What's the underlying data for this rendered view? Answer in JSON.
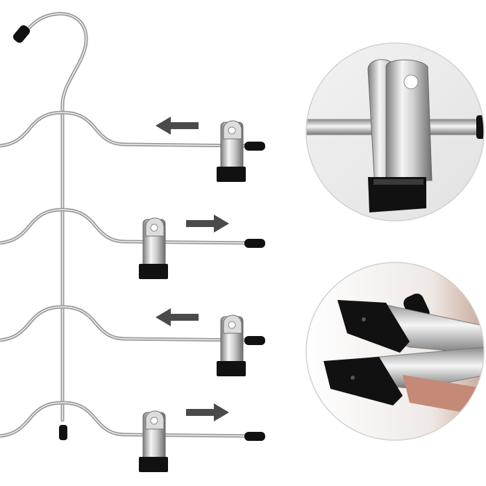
{
  "image": {
    "subject": "hanger",
    "tiers": [
      {
        "clip_side": "right",
        "arrow": "left"
      },
      {
        "clip_side": "left",
        "arrow": "right"
      },
      {
        "clip_side": "right",
        "arrow": "left"
      },
      {
        "clip_side": "left",
        "arrow": "right"
      }
    ],
    "insets": [
      {
        "icon": "clip-on-bar-closeup"
      },
      {
        "icon": "clip-jaws-open-closeup"
      }
    ]
  },
  "colors": {
    "background": "#ffffff",
    "chrome": "#c9c9c9",
    "chrome_dark": "#8a8a8a",
    "rubber": "#111111",
    "arrow": "#4a4a4a",
    "inset_border": "#d0d0d0"
  }
}
